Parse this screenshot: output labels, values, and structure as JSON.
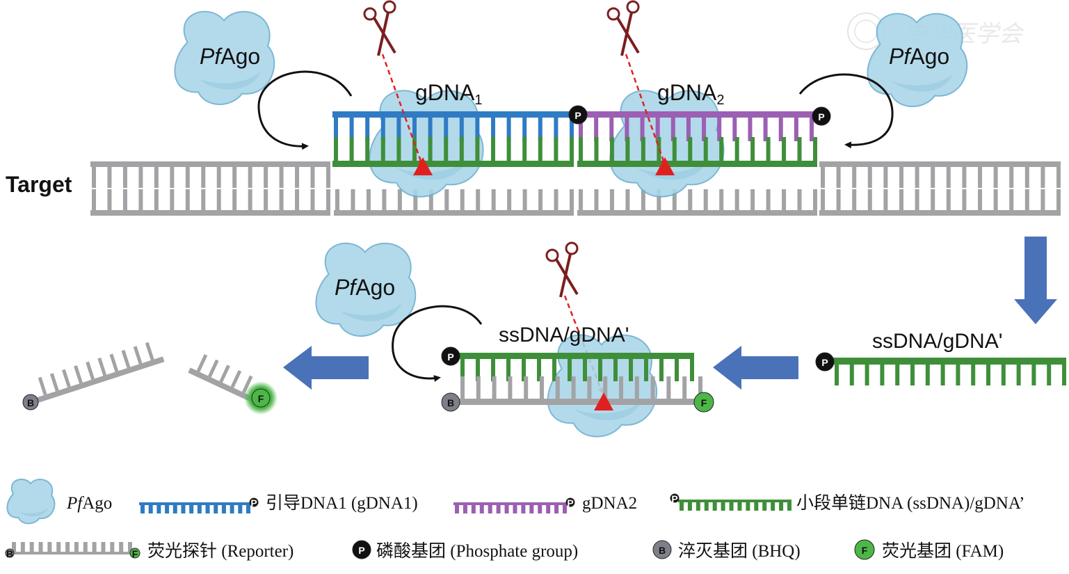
{
  "colors": {
    "gdna1": "#2f7bc4",
    "gdna2": "#9b5fb3",
    "ssdna": "#3f8f3a",
    "target": "#a3a3a6",
    "protein_fill": "#a9d6e8",
    "protein_stroke": "#6aaed0",
    "flow_arrow": "#4a72b8",
    "cleavage": "#e02020",
    "scissors": "#7b1f1f",
    "phosphate": "#111111",
    "bhq": "#7d8088",
    "fam": "#4cb748"
  },
  "diagram": {
    "target_label": "Target",
    "protein_label_prefix": "Pf",
    "protein_label_suffix": "Ago",
    "gdna1_label": "gDNA",
    "gdna1_sub": "1",
    "gdna2_label": "gDNA",
    "gdna2_sub": "2",
    "ssdna_label_top": "ssDNA/gDNA'",
    "ssdna_label_reporter": "ssDNA/gDNA'",
    "phosphate_letter": "P",
    "bhq_letter": "B",
    "fam_letter": "F",
    "watermark": "中华医学会"
  },
  "legend": {
    "row1": [
      {
        "key": "pfago",
        "label_italic": "Pf",
        "label": "Ago"
      },
      {
        "key": "gdna1",
        "label": "引导DNA1 (gDNA1)"
      },
      {
        "key": "gdna2",
        "label": "gDNA2"
      },
      {
        "key": "ssdna",
        "label": "小段单链DNA (ssDNA)/gDNA’"
      }
    ],
    "row2": [
      {
        "key": "reporter",
        "label": "荧光探针 (Reporter)"
      },
      {
        "key": "phosphate",
        "label": "磷酸基团 (Phosphate group)"
      },
      {
        "key": "bhq",
        "label": "淬灭基团 (BHQ)"
      },
      {
        "key": "fam",
        "label": "荧光基团 (FAM)"
      }
    ]
  }
}
